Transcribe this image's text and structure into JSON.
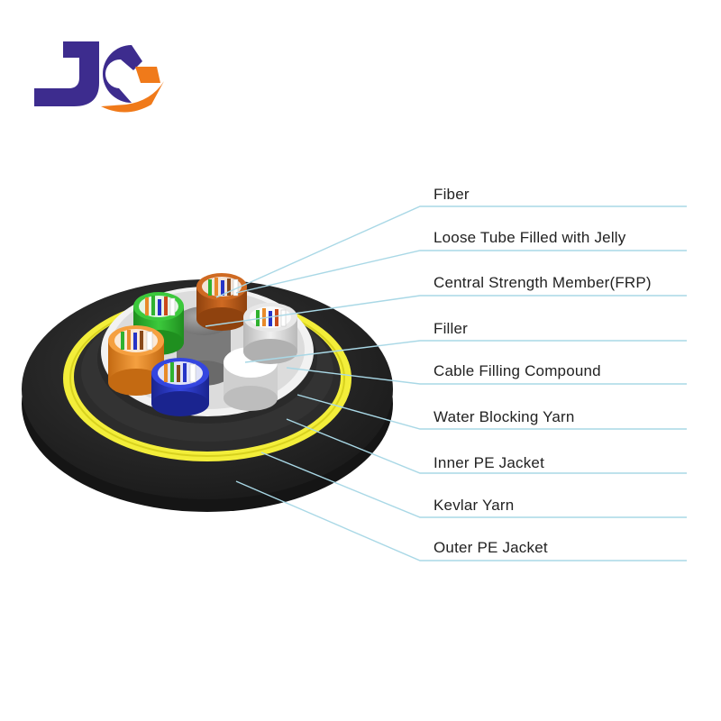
{
  "logo": {
    "text": "JG",
    "colors": {
      "primary": "#3d2c8e",
      "accent": "#f07a1a"
    }
  },
  "labels": [
    "Fiber",
    "Loose Tube Filled with Jelly",
    "Central Strength Member(FRP)",
    "Filler",
    "Cable Filling Compound",
    "Water Blocking Yarn",
    "Inner PE Jacket",
    "Kevlar Yarn",
    "Outer PE Jacket"
  ],
  "colors": {
    "outer_jacket": "#2b2b2b",
    "kevlar": "#f3ee3a",
    "inner_jacket": "#3a3a3a",
    "water_blocking": "#f2f2f2",
    "leader_line": "#a9d8e6",
    "tube_green": "#2fb22f",
    "tube_brown": "#b95a16",
    "tube_orange": "#ee8a22",
    "tube_blue": "#2534c7",
    "tube_white": "#dcdcdc",
    "filler_grey": "#8c8c8c"
  }
}
